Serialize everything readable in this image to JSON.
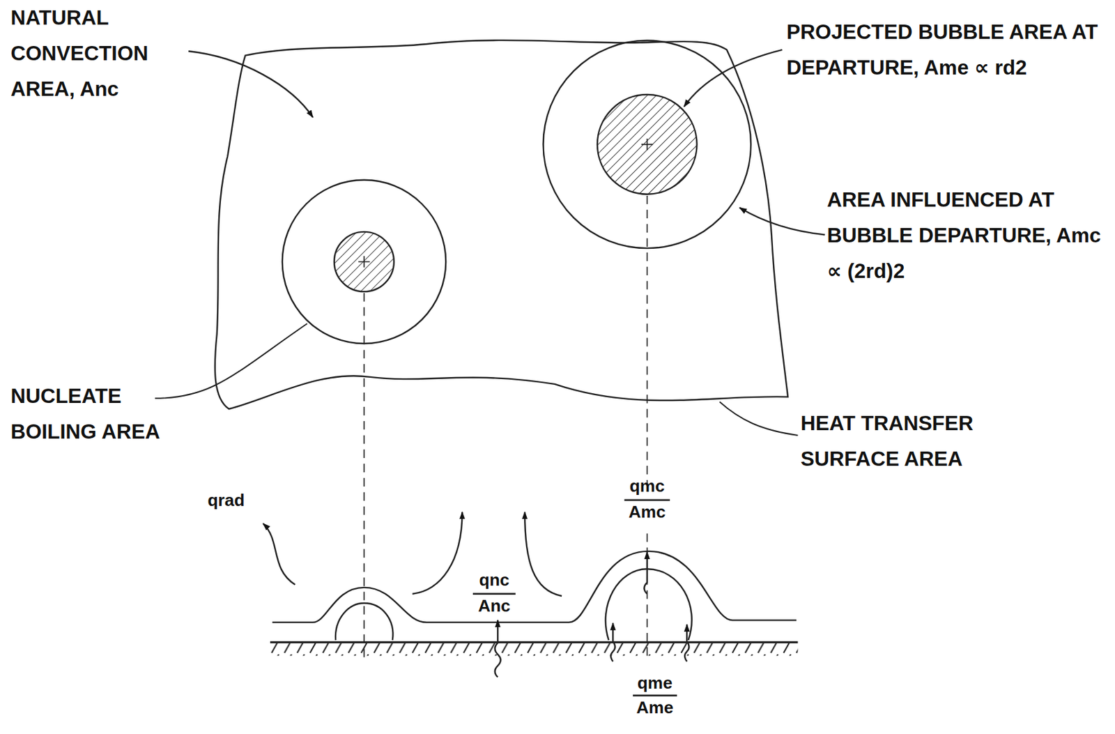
{
  "diagram": {
    "labels": [
      "NATURAL CONVECTION AREA, Anc",
      "PROJECTED BUBBLE AREA AT DEPARTURE, Ame ∝ rd2",
      "AREA INFLUENCED AT BUBBLE DEPARTURE, Amc ∝ (2rd)2",
      "NUCLEATE BOILING AREA",
      "HEAT TRANSFER SURFACE AREA",
      "qrad",
      "qnc",
      "Anc",
      "qmc",
      "Amc",
      "qme",
      "Ame"
    ]
  }
}
